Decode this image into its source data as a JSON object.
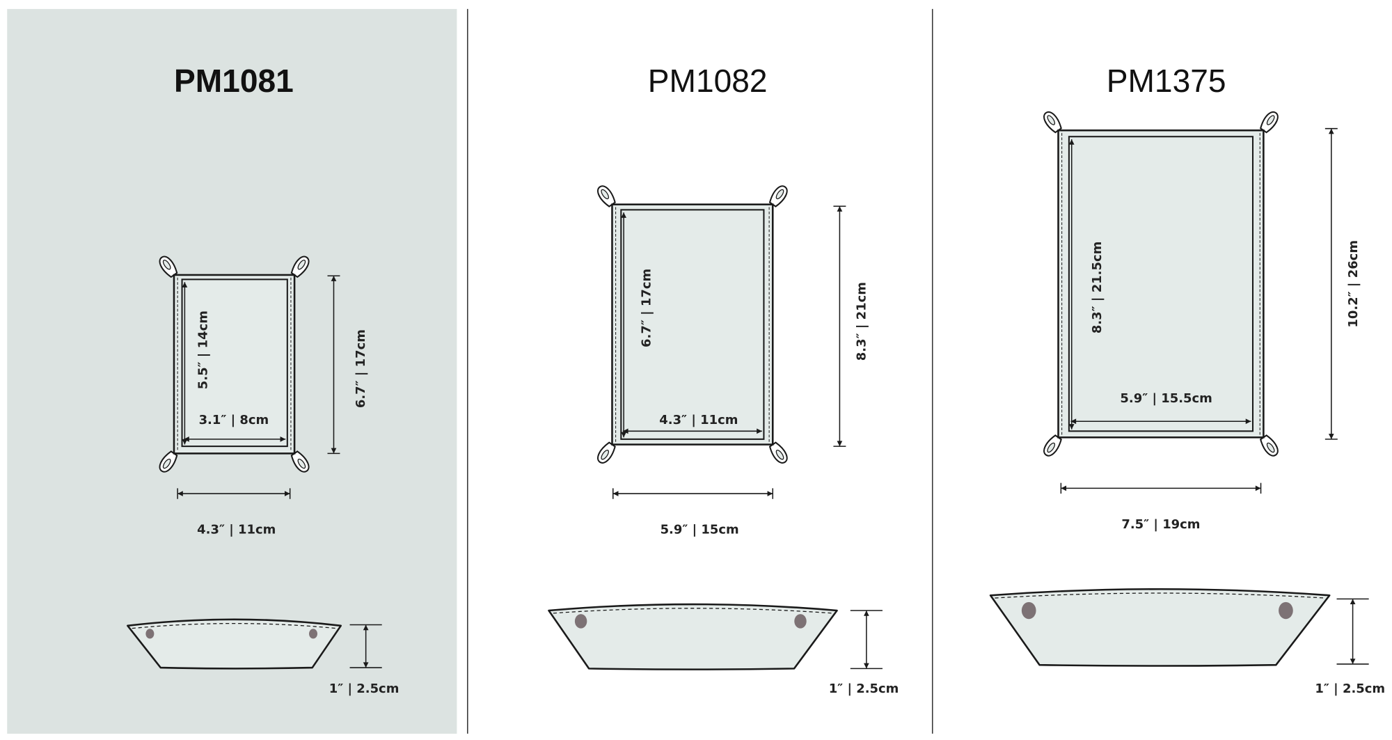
{
  "colors": {
    "panel_highlight": "#dce3e1",
    "tray_fill": "#e4ebe9",
    "stroke": "#1a1a1a",
    "snap": "#7d7275",
    "divider": "#333333"
  },
  "products": [
    {
      "name": "PM1081",
      "selected": true,
      "outer_height": "6.7″ | 17cm",
      "outer_width": "4.3″ | 11cm",
      "inner_height": "5.5″ | 14cm",
      "inner_width": "3.1″ | 8cm",
      "depth": "1″ | 2.5cm"
    },
    {
      "name": "PM1082",
      "selected": false,
      "outer_height": "8.3″ | 21cm",
      "outer_width": "5.9″ | 15cm",
      "inner_height": "6.7″ | 17cm",
      "inner_width": "4.3″ | 11cm",
      "depth": "1″ | 2.5cm"
    },
    {
      "name": "PM1375",
      "selected": false,
      "outer_height": "10.2″ | 26cm",
      "outer_width": "7.5″ | 19cm",
      "inner_height": "8.3″ | 21.5cm",
      "inner_width": "5.9″ | 15.5cm",
      "depth": "1″ | 2.5cm"
    }
  ]
}
